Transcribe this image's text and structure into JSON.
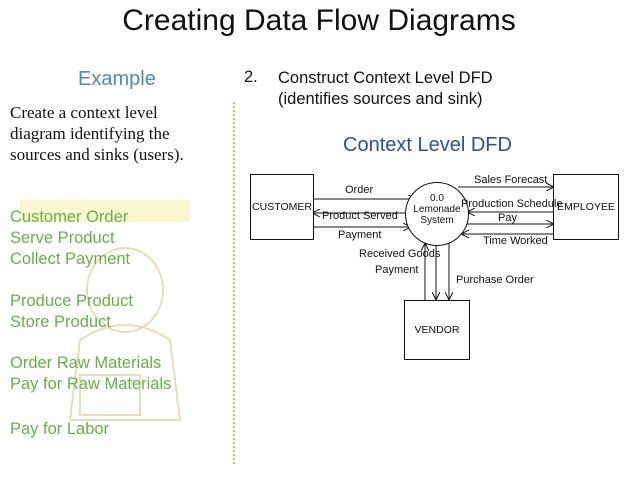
{
  "title": "Creating Data Flow Diagrams",
  "left_panel": {
    "heading": "Example",
    "intro_lines": [
      "Create a context level",
      "diagram identifying the",
      "sources and sinks (users)."
    ],
    "groups": [
      [
        "Customer Order",
        "Serve Product",
        "Collect Payment"
      ],
      [
        "Produce Product",
        "Store Product"
      ],
      [
        "Order Raw Materials",
        "Pay for Raw Materials"
      ],
      [
        "Pay for Labor"
      ]
    ]
  },
  "right_panel": {
    "step_number": "2.",
    "step_lines": [
      "Construct Context Level DFD",
      "(identifies sources and sink)"
    ],
    "diagram_title": "Context Level DFD"
  },
  "diagram": {
    "entities": {
      "customer": "CUSTOMER",
      "employee": "EMPLOYEE",
      "vendor": "VENDOR"
    },
    "process": {
      "number": "0.0",
      "name_lines": [
        "Lemonade",
        "System"
      ]
    },
    "flows": {
      "order": "Order",
      "product_served": "Product Served",
      "payment": "Payment",
      "sales_forecast": "Sales Forecast",
      "production_schedule": "Production Schedule",
      "pay": "Pay",
      "time_worked": "Time Worked",
      "received_goods": "Received Goods",
      "vendor_payment": "Payment",
      "purchase_order": "Purchase Order"
    }
  },
  "colors": {
    "heading": "#4b8bb5",
    "green_items": "#63b344",
    "diagram_title": "#2d4f9e",
    "divider": "#c8c84a"
  }
}
